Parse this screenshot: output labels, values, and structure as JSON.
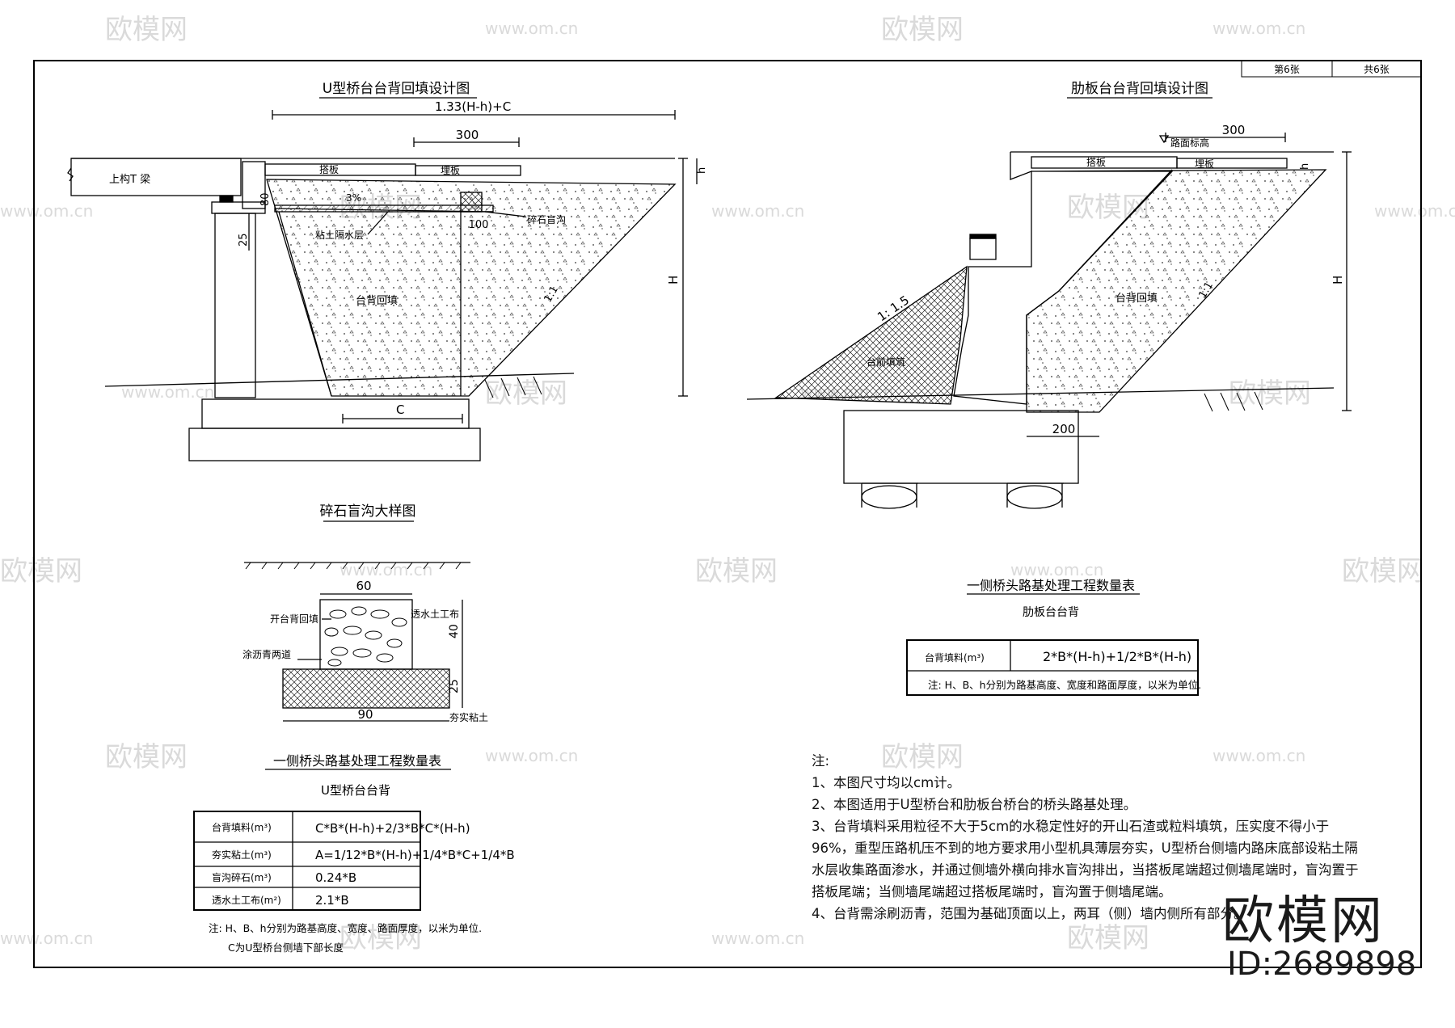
{
  "sheet": {
    "sheet_no": "第6张",
    "sheet_total": "共6张"
  },
  "left_drawing": {
    "title": "U型桥台台背回填设计图",
    "dim_top": "1.33(H-h)+C",
    "dim_300": "300",
    "beam": "上构T 梁",
    "slab": "搭板",
    "buried_slab": "埋板",
    "slope": "3%",
    "dim_80": "80",
    "dim_25": "25",
    "dim_100": "100",
    "blind_drain": "碎石盲沟",
    "clay_layer": "粘土隔水层",
    "backfill": "台背回填",
    "ratio": "1:1",
    "H": "H",
    "h": "h",
    "C": "C"
  },
  "right_drawing": {
    "title": "肋板台台背回填设计图",
    "dim_300": "300",
    "road_level": "路面标高",
    "slab": "搭板",
    "buried_slab": "埋板",
    "slope_ratio": "1: 1.5",
    "front_fill": "台前填筑",
    "backfill": "台背回填",
    "ratio": "1:1",
    "H": "H",
    "h": "h",
    "dim_200": "200"
  },
  "drain_detail": {
    "title": "碎石盲沟大样图",
    "dim_60": "60",
    "dim_40": "40",
    "dim_25": "25",
    "dim_90": "90",
    "label_backfill": "开台背回填",
    "label_geotextile": "透水土工布",
    "label_asphalt": "涂沥青两道",
    "label_clay": "夯实粘土"
  },
  "table_u": {
    "title": "一侧桥头路基处理工程数量表",
    "subtitle": "U型桥台台背",
    "rows": [
      {
        "item": "台背填料(m³)",
        "formula": "C*B*(H-h)+2/3*B*C*(H-h)"
      },
      {
        "item": "夯实粘土(m³)",
        "formula": "A=1/12*B*(H-h)+1/4*B*C+1/4*B"
      },
      {
        "item": "盲沟碎石(m³)",
        "formula": "0.24*B"
      },
      {
        "item": "透水土工布(m²)",
        "formula": "2.1*B"
      }
    ],
    "note1": "注: H、B、h分别为路基高度、宽度、路面厚度，以米为单位.",
    "note2": "C为U型桥台侧墙下部长度"
  },
  "table_rib": {
    "title": "一侧桥头路基处理工程数量表",
    "subtitle": "肋板台台背",
    "item": "台背填料(m³)",
    "formula": "2*B*(H-h)+1/2*B*(H-h)",
    "note": "注: H、B、h分别为路基高度、宽度和路面厚度，以米为单位."
  },
  "notes": {
    "head": "注:",
    "items": [
      "1、本图尺寸均以cm计。",
      "2、本图适用于U型桥台和肋板台桥台的桥头路基处理。",
      "3、台背填料采用粒径不大于5cm的水稳定性好的开山石渣或粒料填筑，压实度不得小于96%，重型压路机压不到的地方要求用小型机具薄层夯实，U型桥台侧墙内路床底部设粘土隔水层收集路面渗水，并通过侧墙外横向排水盲沟排出，当搭板尾端超过侧墙尾端时，盲沟置于搭板尾端；当侧墙尾端超过搭板尾端时，盲沟置于侧墙尾端。",
      "4、台背需涂刷沥青，范围为基础顶面以上，两耳（侧）墙内侧所有部分。"
    ]
  },
  "watermark": {
    "brand": "欧模网",
    "url": "www.om.cn",
    "id": "ID:2689898"
  }
}
